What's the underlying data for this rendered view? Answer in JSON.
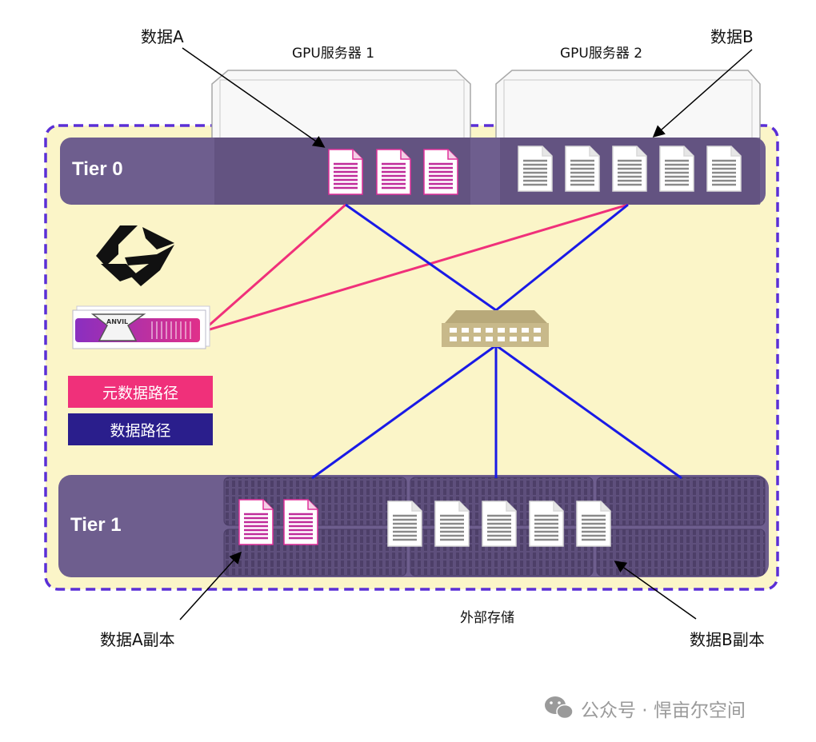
{
  "labels": {
    "data_a": "数据A",
    "data_b": "数据B",
    "gpu_server_1": "GPU服务器 1",
    "gpu_server_2": "GPU服务器 2",
    "tier0": "Tier 0",
    "tier1": "Tier 1",
    "data_a_replica": "数据A副本",
    "data_b_replica": "数据B副本",
    "external_storage": "外部存储",
    "anvil": "ANVIL"
  },
  "legend": {
    "metadata_path": "元数据路径",
    "data_path": "数据路径"
  },
  "watermark": {
    "text": "公众号 · 悍亩尔空间"
  },
  "colors": {
    "metadata_path": "#f0307a",
    "data_path": "#2a1e8c",
    "data_line": "#1a1ae6",
    "tier_band": "#6e5e8e",
    "background_zone": "#fbf5c8",
    "dashed_border": "#5a2fd6",
    "doc_a_stripes": "#c02c9a",
    "doc_b_stripes": "#8a8a8a"
  },
  "icons": [
    "vast-logo-icon",
    "anvil-server-icon",
    "network-switch-icon",
    "document-icon",
    "wechat-icon"
  ]
}
